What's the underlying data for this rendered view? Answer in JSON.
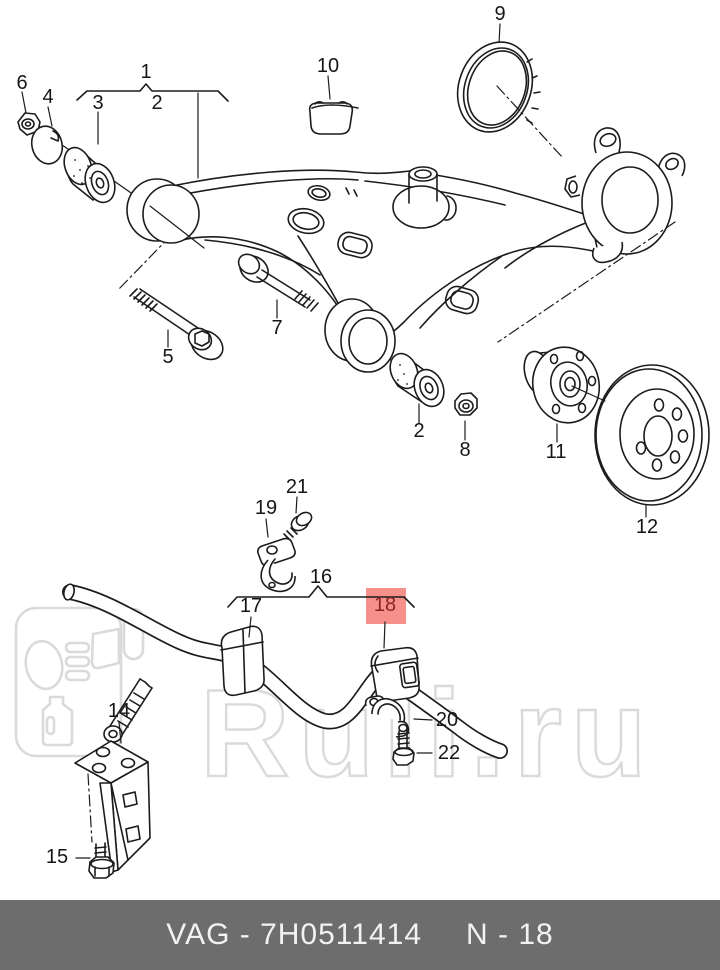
{
  "watermark": {
    "text": "Ruli.ru"
  },
  "footer": {
    "catalog_label": "VAG - 7H0511414",
    "page_label": "N - 18"
  },
  "colors": {
    "highlight_bg": "#f5918a",
    "highlight_text": "#8b2424",
    "footer_bg": "#6d6d6d",
    "footer_text": "#f2f2f2",
    "line": "#1c1c1c",
    "watermark": "#dadada"
  },
  "callouts": [
    {
      "label": "1",
      "highlighted": false
    },
    {
      "label": "2",
      "highlighted": false
    },
    {
      "label": "3",
      "highlighted": false
    },
    {
      "label": "4",
      "highlighted": false
    },
    {
      "label": "5",
      "highlighted": false
    },
    {
      "label": "6",
      "highlighted": false
    },
    {
      "label": "7",
      "highlighted": false
    },
    {
      "label": "2",
      "highlighted": false
    },
    {
      "label": "8",
      "highlighted": false
    },
    {
      "label": "9",
      "highlighted": false
    },
    {
      "label": "10",
      "highlighted": false
    },
    {
      "label": "11",
      "highlighted": false
    },
    {
      "label": "12",
      "highlighted": false
    },
    {
      "label": "14",
      "highlighted": false
    },
    {
      "label": "15",
      "highlighted": false
    },
    {
      "label": "16",
      "highlighted": false
    },
    {
      "label": "17",
      "highlighted": false
    },
    {
      "label": "18",
      "highlighted": true
    },
    {
      "label": "19",
      "highlighted": false
    },
    {
      "label": "20",
      "highlighted": false
    },
    {
      "label": "21",
      "highlighted": false
    },
    {
      "label": "22",
      "highlighted": false
    }
  ]
}
